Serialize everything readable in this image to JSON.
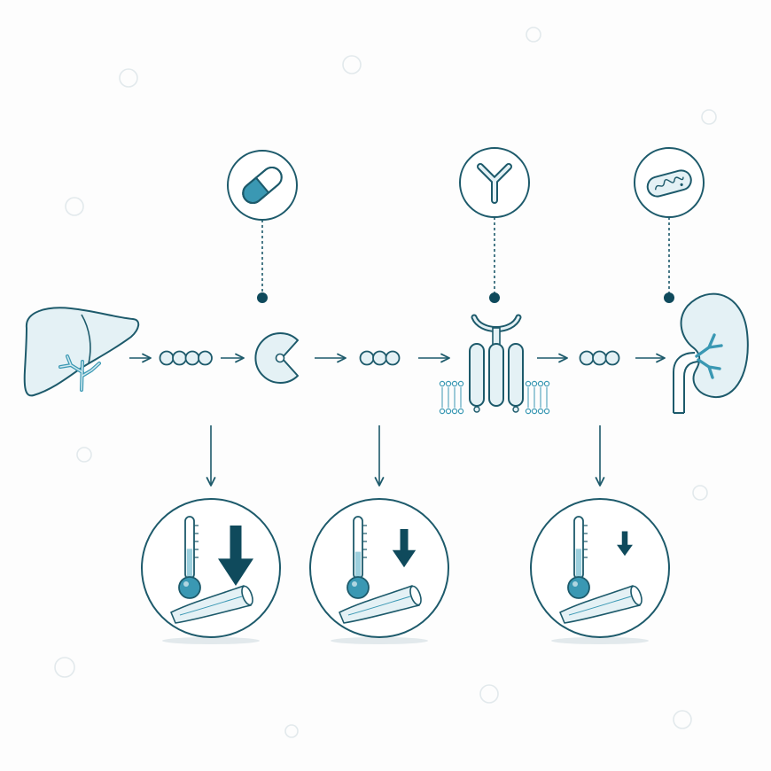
{
  "colors": {
    "ink": "#1d5a6b",
    "fill_light": "#e4f1f5",
    "fill_mid": "#9ccfdd",
    "accent_blue": "#3a98b3",
    "arrow_dark": "#0f4a5c",
    "bubble": "#e2e9ec"
  },
  "pathway": {
    "source_organ": "liver-icon",
    "enzyme": "enzyme-pacman-icon",
    "receptor": "membrane-receptor-icon",
    "target_organ": "kidney-icon",
    "molecules": [
      {
        "stage": 1,
        "bead_count": 4
      },
      {
        "stage": 2,
        "bead_count": 3
      },
      {
        "stage": 3,
        "bead_count": 3
      }
    ]
  },
  "modulators": [
    {
      "icon": "pill-capsule-icon",
      "target": "enzyme"
    },
    {
      "icon": "antibody-icon",
      "target": "receptor"
    },
    {
      "icon": "bacterium-icon",
      "target": "kidney"
    }
  ],
  "outcomes": [
    {
      "icon": "thermometer-vessel-icon",
      "arrow": "down-arrow-large",
      "effect_level": 1.0,
      "thermometer_fill": 0.45
    },
    {
      "icon": "thermometer-vessel-icon",
      "arrow": "down-arrow-medium",
      "effect_level": 0.6,
      "thermometer_fill": 0.4
    },
    {
      "icon": "thermometer-vessel-icon",
      "arrow": "down-arrow-small",
      "effect_level": 0.35,
      "thermometer_fill": 0.45
    }
  ]
}
